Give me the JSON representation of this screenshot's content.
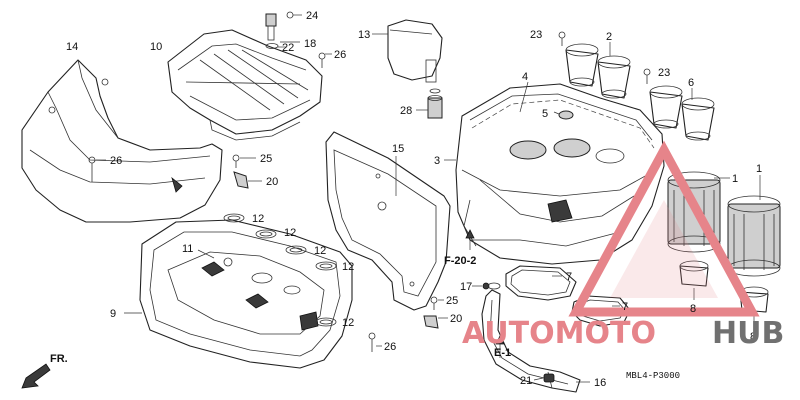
{
  "callouts": {
    "c1": "1",
    "c1b": "1",
    "c2": "2",
    "c3": "3",
    "c4": "4",
    "c5": "5",
    "c6": "6",
    "c7": "7",
    "c7b": "7",
    "c8": "8",
    "c8b": "8",
    "c9": "9",
    "c10": "10",
    "c11": "11",
    "c12a": "12",
    "c12b": "12",
    "c12c": "12",
    "c12d": "12",
    "c12e": "12",
    "c13": "13",
    "c14": "14",
    "c15": "15",
    "c16": "16",
    "c17": "17",
    "c18": "18",
    "c20a": "20",
    "c20b": "20",
    "c21": "21",
    "c22": "22",
    "c23a": "23",
    "c23b": "23",
    "c24": "24",
    "c25a": "25",
    "c25b": "25",
    "c26a": "26",
    "c26b": "26",
    "c26c": "26",
    "c28": "28"
  },
  "refs": {
    "f20": "F-20-2",
    "e1": "E-1",
    "fr": "FR."
  },
  "diagram_code": "MBL4-P3000",
  "watermark": {
    "part1": "AUTOMOTO",
    "part2": "HUB",
    "accent_color": "#e6848a",
    "gray_color": "#707070"
  }
}
